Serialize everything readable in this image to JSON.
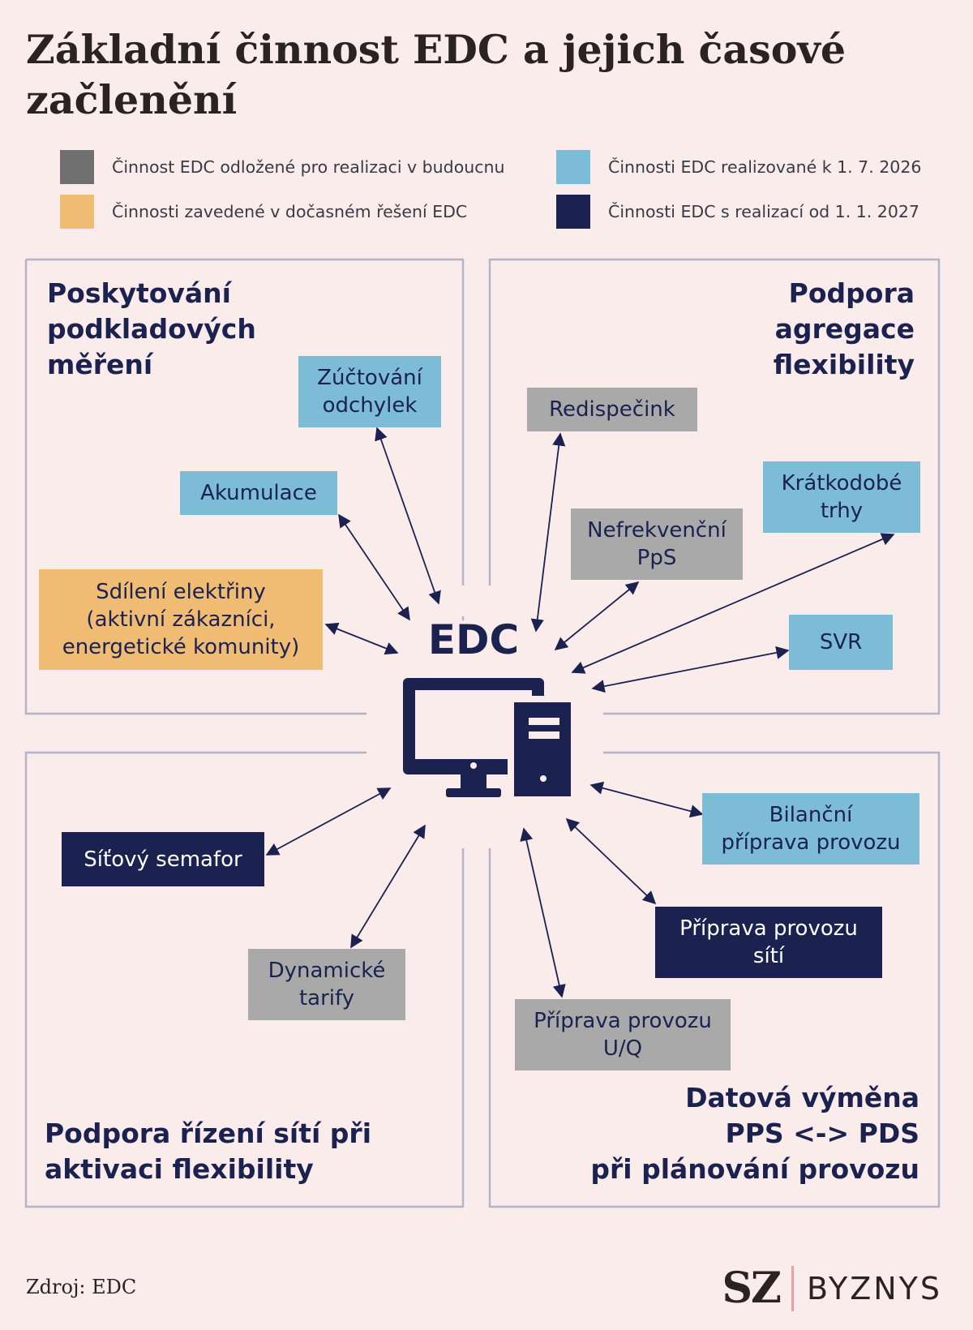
{
  "title": "Základní činnost EDC a jejich časové začlenění",
  "legend": [
    {
      "label": "Činnost EDC odložené pro realizaci v budoucnu",
      "color": "#707070"
    },
    {
      "label": "Činnosti EDC realizované k 1. 7. 2026",
      "color": "#7dbcd6"
    },
    {
      "label": "Činnosti zavedené v dočasném řešení EDC",
      "color": "#f0bb73"
    },
    {
      "label": "Činnosti EDC s realizací od 1. 1. 2027",
      "color": "#1b2250"
    }
  ],
  "center": {
    "label": "EDC",
    "icon": "computer-icon"
  },
  "quadrants": {
    "top_left": [
      "Poskytování",
      "podkladových",
      "měření"
    ],
    "top_right": [
      "Podpora",
      "agregace",
      "flexibility"
    ],
    "bottom_left": [
      "Podpora řízení sítí při",
      "aktivaci flexibility"
    ],
    "bottom_right": [
      "Datová výměna",
      "PPS <-> PDS",
      "při plánování provozu"
    ]
  },
  "nodes": {
    "zuctovani": [
      "Zúčtování",
      "odchylek"
    ],
    "akumulace": [
      "Akumulace"
    ],
    "sdileni": [
      "Sdílení elektřiny",
      "(aktivní zákazníci,",
      "energetické komunity)"
    ],
    "redispecink": [
      "Redispečink"
    ],
    "nefrekvencni": [
      "Nefrekvenční",
      "PpS"
    ],
    "kratkodobe": [
      "Krátkodobé",
      "trhy"
    ],
    "svr": [
      "SVR"
    ],
    "semafor": [
      "Síťový semafor"
    ],
    "dynamicke": [
      "Dynamické",
      "tarify"
    ],
    "bilancni": [
      "Bilanční",
      "příprava provozu"
    ],
    "priprava_siti": [
      "Příprava provozu",
      "sítí"
    ],
    "priprava_uq": [
      "Příprava provozu",
      "U/Q"
    ]
  },
  "source": "Zdroj: EDC",
  "logo": {
    "sz": "SZ",
    "byznys": "BYZNYS"
  }
}
